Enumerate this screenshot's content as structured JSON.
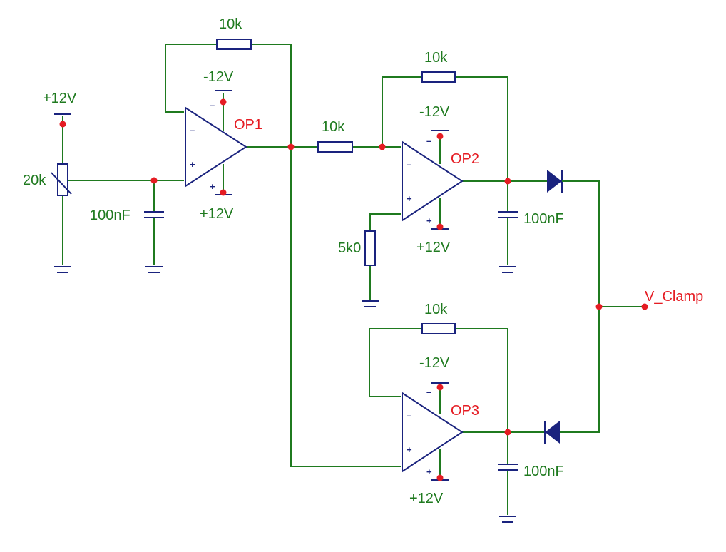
{
  "components": {
    "pot": {
      "value": "20k"
    },
    "cap_input": {
      "value": "100nF"
    },
    "r_op1_fb": {
      "value": "10k"
    },
    "r_op2_in": {
      "value": "10k"
    },
    "r_op2_fb": {
      "value": "10k"
    },
    "r_op2_pos": {
      "value": "5k0"
    },
    "cap_op2": {
      "value": "100nF"
    },
    "r_op3_fb": {
      "value": "10k"
    },
    "cap_op3": {
      "value": "100nF"
    },
    "op1": {
      "name": "OP1"
    },
    "op2": {
      "name": "OP2"
    },
    "op3": {
      "name": "OP3"
    }
  },
  "supplies": {
    "pot_top": "+12V",
    "op1_neg": "-12V",
    "op1_pos": "+12V",
    "op2_neg": "-12V",
    "op2_pos": "+12V",
    "op3_neg": "-12V",
    "op3_pos": "+12V"
  },
  "pins": {
    "minus": "–",
    "plus": "+"
  },
  "output": {
    "label": "V_Clamp"
  }
}
